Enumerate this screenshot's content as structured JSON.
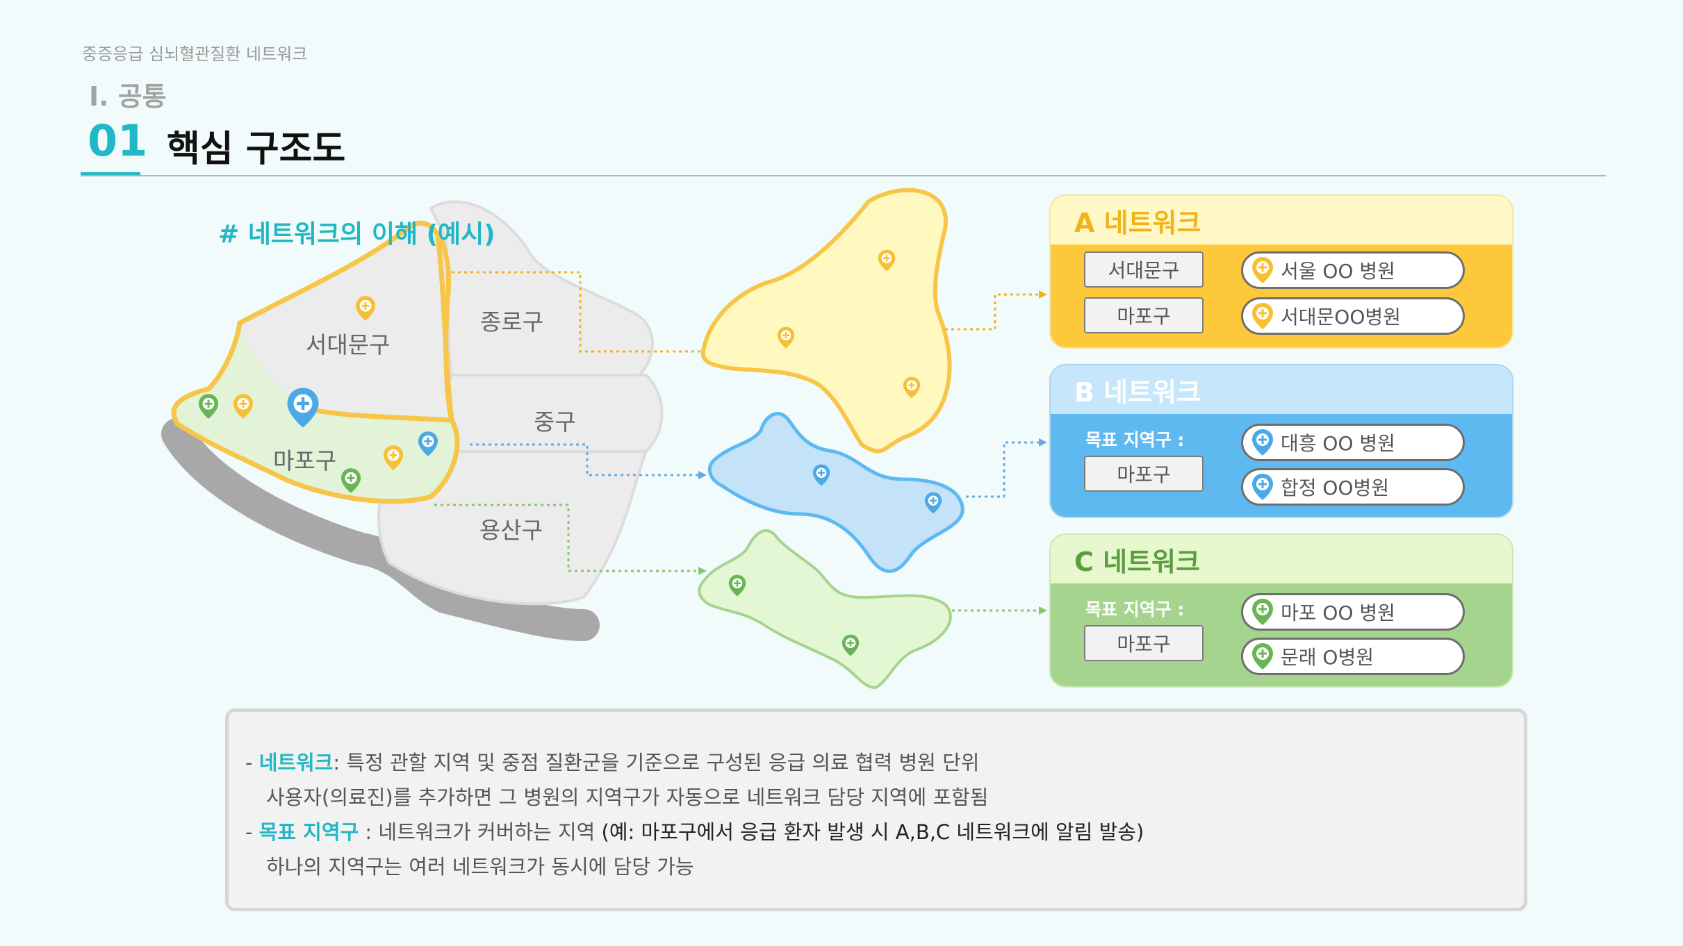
{
  "header": {
    "breadcrumb": "중증응급 심뇌혈관질환 네트워크",
    "section": "Ⅰ. 공통",
    "number": "01",
    "title": "핵심 구조도"
  },
  "map": {
    "caption": "# 네트워크의 이해 (예시)",
    "districts": {
      "seodaemun": "서대문구",
      "jongno": "종로구",
      "jung": "중구",
      "mapo": "마포구",
      "yongsan": "용산구"
    }
  },
  "networks": {
    "a": {
      "title": "A 네트워크",
      "regions": [
        "서대문구",
        "마포구"
      ],
      "hospitals": [
        "서울 OO 병원",
        "서대문OO병원"
      ]
    },
    "b": {
      "title": "B 네트워크",
      "target_label": "목표 지역구 :",
      "regions": [
        "마포구"
      ],
      "hospitals": [
        "대흥 OO 병원",
        "합정 OO병원"
      ]
    },
    "c": {
      "title": "C 네트워크",
      "target_label": "목표 지역구 :",
      "regions": [
        "마포구"
      ],
      "hospitals": [
        "마포 OO 병원",
        "문래 O병원"
      ]
    }
  },
  "notes": {
    "line1_dash": "- ",
    "line1_kw": "네트워크",
    "line1_text": ": 특정 관할 지역 및 중점 질환군을 기준으로 구성된 응급 의료 협력 병원 단위",
    "line2_text": "사용자(의료진)를 추가하면 그 병원의 지역구가 자동으로 네트워크 담당 지역에 포함됨",
    "line3_dash": "- ",
    "line3_kw": "목표 지역구",
    "line3_text": " : 네트워크가 커버하는 지역 ",
    "line3_em": "(예: 마포구에서 응급 환자 발생 시 A,B,C 네트워크에 알림 발송)",
    "line4_text": "하나의 지역구는 여러 네트워크가 동시에 담당 가능"
  },
  "colors": {
    "accent": "#21b7c5",
    "network_a": "#fdc93b",
    "network_b": "#5fb9f1",
    "network_c": "#a4d48e",
    "pin_yellow": "#f7bf34",
    "pin_blue": "#4aa9e6",
    "pin_green": "#6ab456"
  },
  "icons": [
    "map-pin-icon",
    "hospital-cross-icon"
  ]
}
